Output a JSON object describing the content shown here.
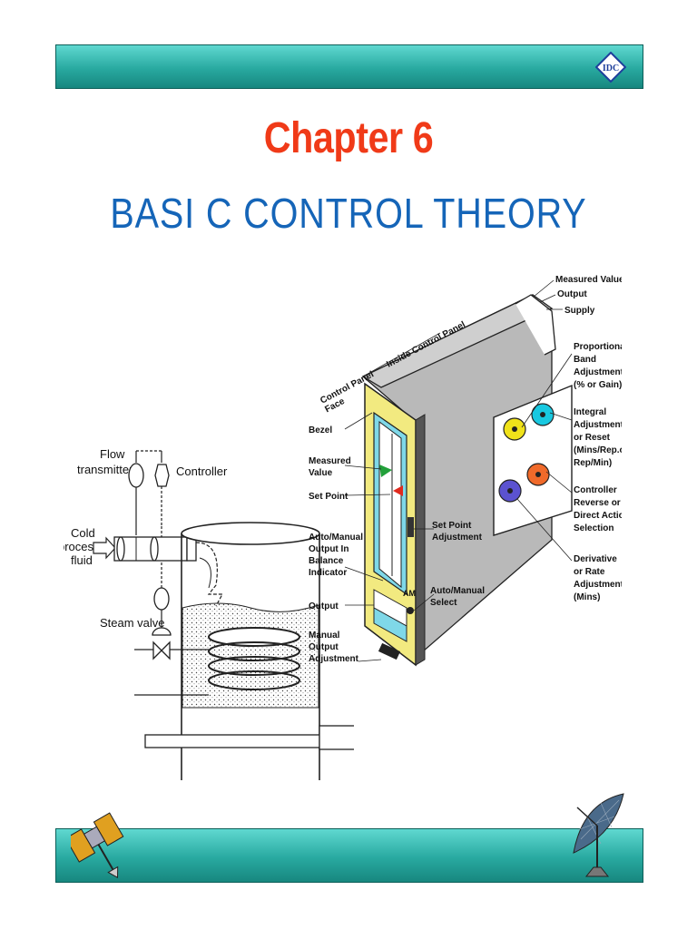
{
  "logo": {
    "text": "IDC"
  },
  "title": "Chapter 6",
  "subtitle": "BASI C CONTROL THEORY",
  "process": {
    "flow_transmitter": [
      "Flow",
      "transmitter"
    ],
    "controller": "Controller",
    "cold_process_fluid": [
      "Cold",
      "process",
      "fluid"
    ],
    "steam_valve": "Steam valve"
  },
  "panel": {
    "face_labels": [
      "Control Panel",
      "Face"
    ],
    "inside_label": "Inside Control Panel",
    "measured_value_top": "Measured Value",
    "output_top": "Output",
    "supply": "Supply",
    "proportional": [
      "Proportional",
      "Band",
      "Adjustment",
      "(% or Gain)"
    ],
    "integral": [
      "Integral",
      "Adjustment",
      "or Reset",
      "(Mins/Rep.or",
      "Rep/Min)"
    ],
    "reverse": [
      "Controller",
      "Reverse or",
      "Direct Action",
      "Selection"
    ],
    "derivative": [
      "Derivative",
      "or Rate",
      "Adjustment",
      "(Mins)"
    ],
    "bezel": "Bezel",
    "measured_value": [
      "Measured",
      "Value"
    ],
    "set_point": "Set Point",
    "auto_manual_indicator": [
      "Auto/Manual",
      "Output In",
      "Balance",
      "Indicator"
    ],
    "output": "Output",
    "manual_output": [
      "Manual",
      "Output",
      "Adjustment"
    ],
    "set_point_adj": [
      "Set Point",
      "Adjustment"
    ],
    "auto_manual_select": [
      "Auto/Manual",
      "Select"
    ],
    "am_marker": "AM"
  }
}
